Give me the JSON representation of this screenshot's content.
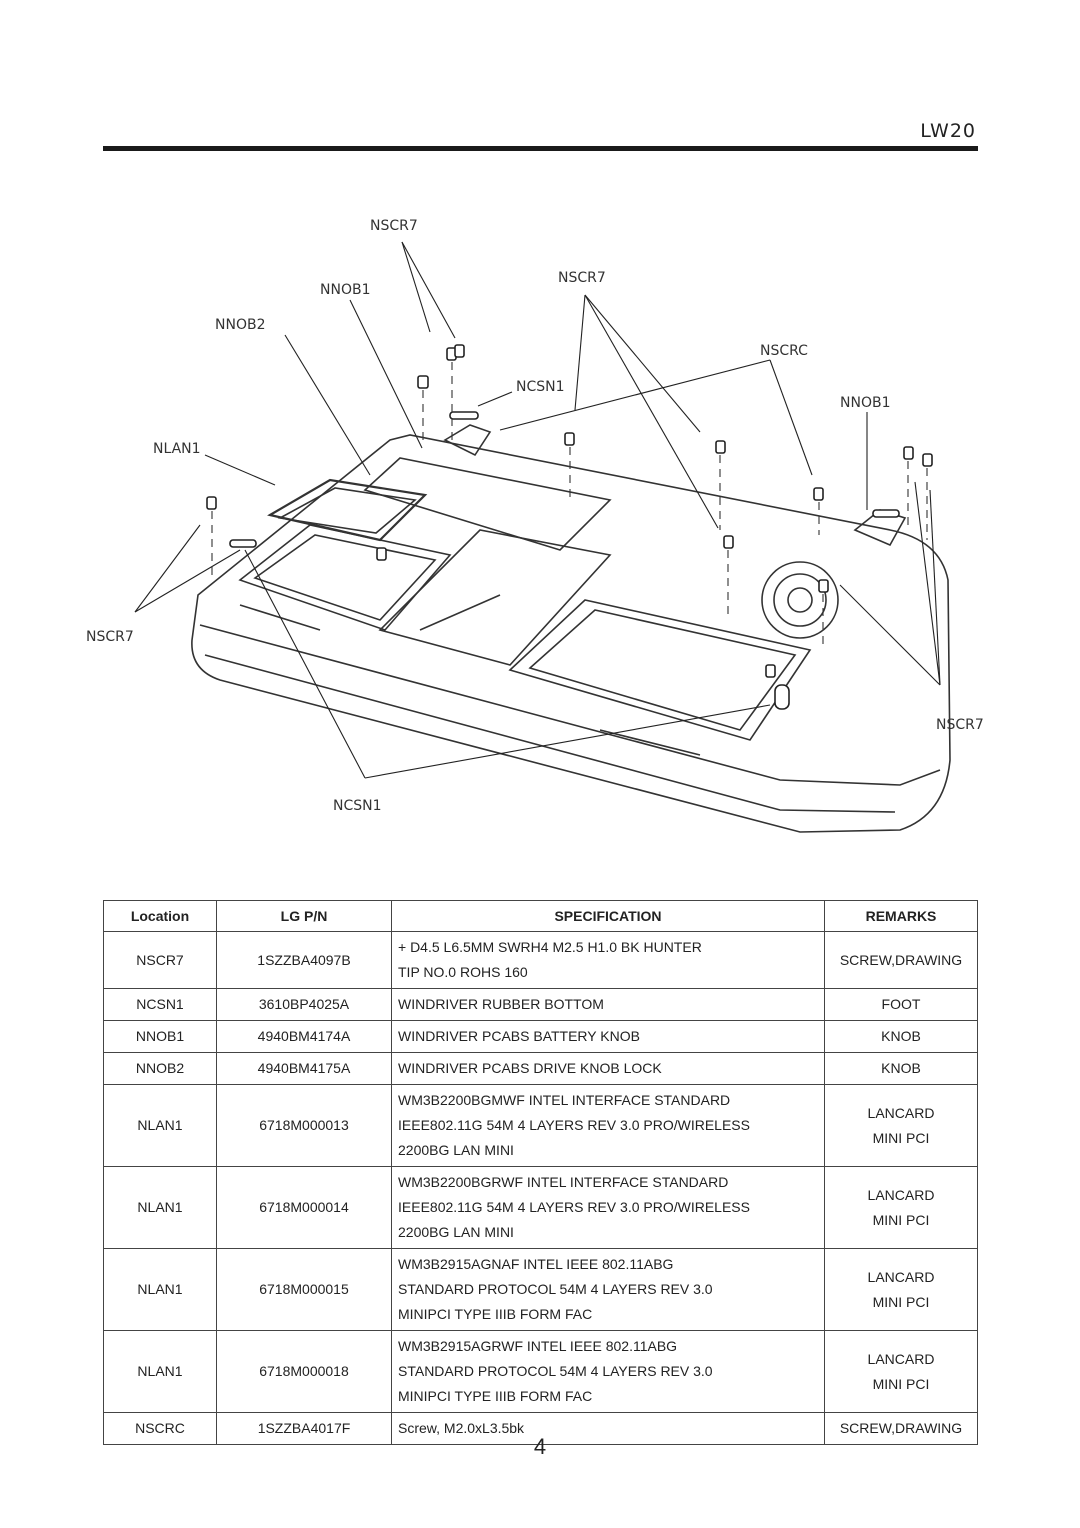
{
  "header": {
    "model": "LW20"
  },
  "diagram": {
    "callouts": {
      "nscr7_top": "NSCR7",
      "nscr7_mid": "NSCR7",
      "nnob1_left": "NNOB1",
      "nnob2": "NNOB2",
      "nscrc": "NSCRC",
      "ncsn1_top": "NCSN1",
      "nnob1_right": "NNOB1",
      "nlan1": "NLAN1",
      "nscr7_left": "NSCR7",
      "nscr7_right": "NSCR7",
      "ncsn1_bottom": "NCSN1"
    }
  },
  "table": {
    "headers": [
      "Location",
      "LG P/N",
      "SPECIFICATION",
      "REMARKS"
    ],
    "rows": [
      {
        "location": "NSCR7",
        "pn": "1SZZBA4097B",
        "spec": [
          "+ D4.5 L6.5MM SWRH4 M2.5 H1.0 BK HUNTER",
          "TIP NO.0 ROHS 160"
        ],
        "remarks": [
          "SCREW,DRAWING"
        ]
      },
      {
        "location": "NCSN1",
        "pn": "3610BP4025A",
        "spec": [
          "WINDRIVER RUBBER BOTTOM"
        ],
        "remarks": [
          "FOOT"
        ]
      },
      {
        "location": "NNOB1",
        "pn": "4940BM4174A",
        "spec": [
          "WINDRIVER PCABS BATTERY KNOB"
        ],
        "remarks": [
          "KNOB"
        ]
      },
      {
        "location": "NNOB2",
        "pn": "4940BM4175A",
        "spec": [
          "WINDRIVER PCABS DRIVE KNOB LOCK"
        ],
        "remarks": [
          "KNOB"
        ]
      },
      {
        "location": "NLAN1",
        "pn": "6718M000013",
        "spec": [
          "WM3B2200BGMWF INTEL INTERFACE STANDARD",
          "IEEE802.11G 54M 4 LAYERS REV 3.0 PRO/WIRELESS",
          "2200BG LAN MINI"
        ],
        "remarks": [
          "LANCARD",
          "MINI PCI"
        ]
      },
      {
        "location": "NLAN1",
        "pn": "6718M000014",
        "spec": [
          "WM3B2200BGRWF INTEL INTERFACE STANDARD",
          "IEEE802.11G 54M 4 LAYERS REV 3.0 PRO/WIRELESS",
          "2200BG LAN MINI"
        ],
        "remarks": [
          "LANCARD",
          "MINI PCI"
        ]
      },
      {
        "location": "NLAN1",
        "pn": "6718M000015",
        "spec": [
          "WM3B2915AGNAF INTEL IEEE 802.11ABG",
          "STANDARD PROTOCOL 54M 4 LAYERS REV 3.0",
          "MINIPCI TYPE IIIB FORM FAC"
        ],
        "remarks": [
          "LANCARD",
          "MINI PCI"
        ]
      },
      {
        "location": "NLAN1",
        "pn": "6718M000018",
        "spec": [
          "WM3B2915AGRWF INTEL IEEE 802.11ABG",
          "STANDARD PROTOCOL 54M 4 LAYERS REV 3.0",
          "MINIPCI TYPE IIIB FORM FAC"
        ],
        "remarks": [
          "LANCARD",
          "MINI PCI"
        ]
      },
      {
        "location": "NSCRC",
        "pn": "1SZZBA4017F",
        "spec": [
          "Screw, M2.0xL3.5bk"
        ],
        "remarks": [
          "SCREW,DRAWING"
        ]
      }
    ]
  },
  "footer": {
    "page_number": "4"
  }
}
